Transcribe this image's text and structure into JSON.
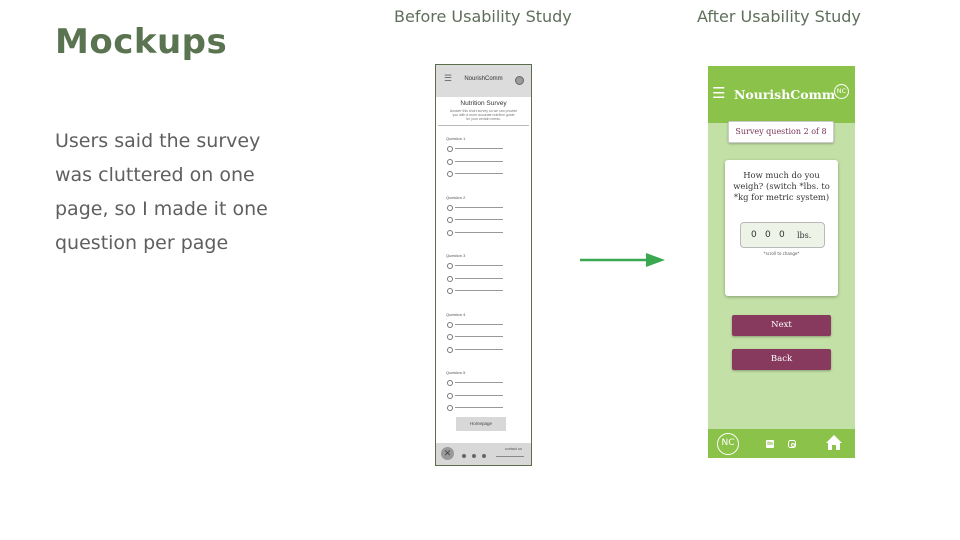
{
  "slide": {
    "title": "Mockups",
    "description": [
      "Users said the survey",
      "was cluttered on one",
      "page, so I made it one",
      "question per page"
    ]
  },
  "captions": {
    "before": "Before Usability Study",
    "after": "After Usability Study"
  },
  "before": {
    "menu_icon": "hamburger-icon",
    "brand": "NourishComm",
    "survey_title": "Nutrition Survey",
    "survey_desc": [
      "Answer this short survey so we can provide",
      "you with a more accurate nutrition guide",
      "for your certain needs."
    ],
    "questions": [
      {
        "label": "Question 1"
      },
      {
        "label": "Question 2"
      },
      {
        "label": "Question 3"
      },
      {
        "label": "Question 4"
      },
      {
        "label": "Question 5"
      }
    ],
    "homepage_button": "Homepage",
    "contact_label": "contact us"
  },
  "after": {
    "menu_icon": "hamburger-icon",
    "brand": "NourishComm",
    "logo_text": "NC",
    "progress_label": "Survey question 2 of 8",
    "question": [
      "How much do you",
      "weigh? (switch *lbs. to",
      "*kg for metric system)"
    ],
    "weight_digits": [
      "0",
      "0",
      "0"
    ],
    "weight_unit": "lbs.",
    "scroll_hint": "*scroll to change*",
    "next_button": "Next",
    "back_button": "Back",
    "footer_logo": "NC",
    "footer_linkedin": "in"
  },
  "colors": {
    "title": "#5a7350",
    "header_green": "#8bc34a",
    "body_green": "#c3e0a6",
    "button_plum": "#873a5e",
    "arrow_green": "#3aa850"
  }
}
